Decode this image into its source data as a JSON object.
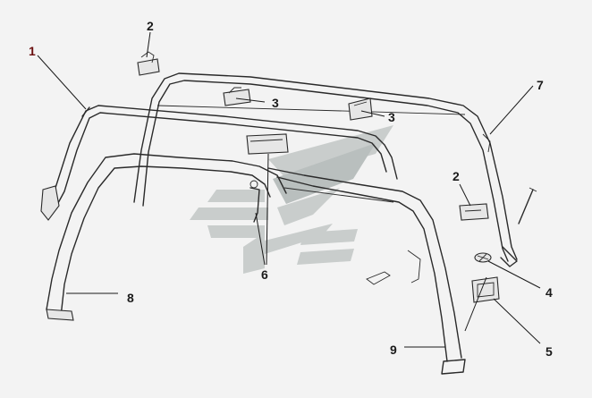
{
  "diagram": {
    "labels": [
      {
        "id": "1",
        "text": "1"
      },
      {
        "id": "2a",
        "text": "2"
      },
      {
        "id": "2b",
        "text": "2"
      },
      {
        "id": "3a",
        "text": "3"
      },
      {
        "id": "3b",
        "text": "3"
      },
      {
        "id": "4",
        "text": "4"
      },
      {
        "id": "5",
        "text": "5"
      },
      {
        "id": "6",
        "text": "6"
      },
      {
        "id": "7",
        "text": "7"
      },
      {
        "id": "8",
        "text": "8"
      },
      {
        "id": "9",
        "text": "9"
      }
    ],
    "colors": {
      "background": "#f3f3f3",
      "line": "#2a2a2a",
      "label_1": "#6b0f0f",
      "watermark": "#c9cdcc"
    }
  }
}
